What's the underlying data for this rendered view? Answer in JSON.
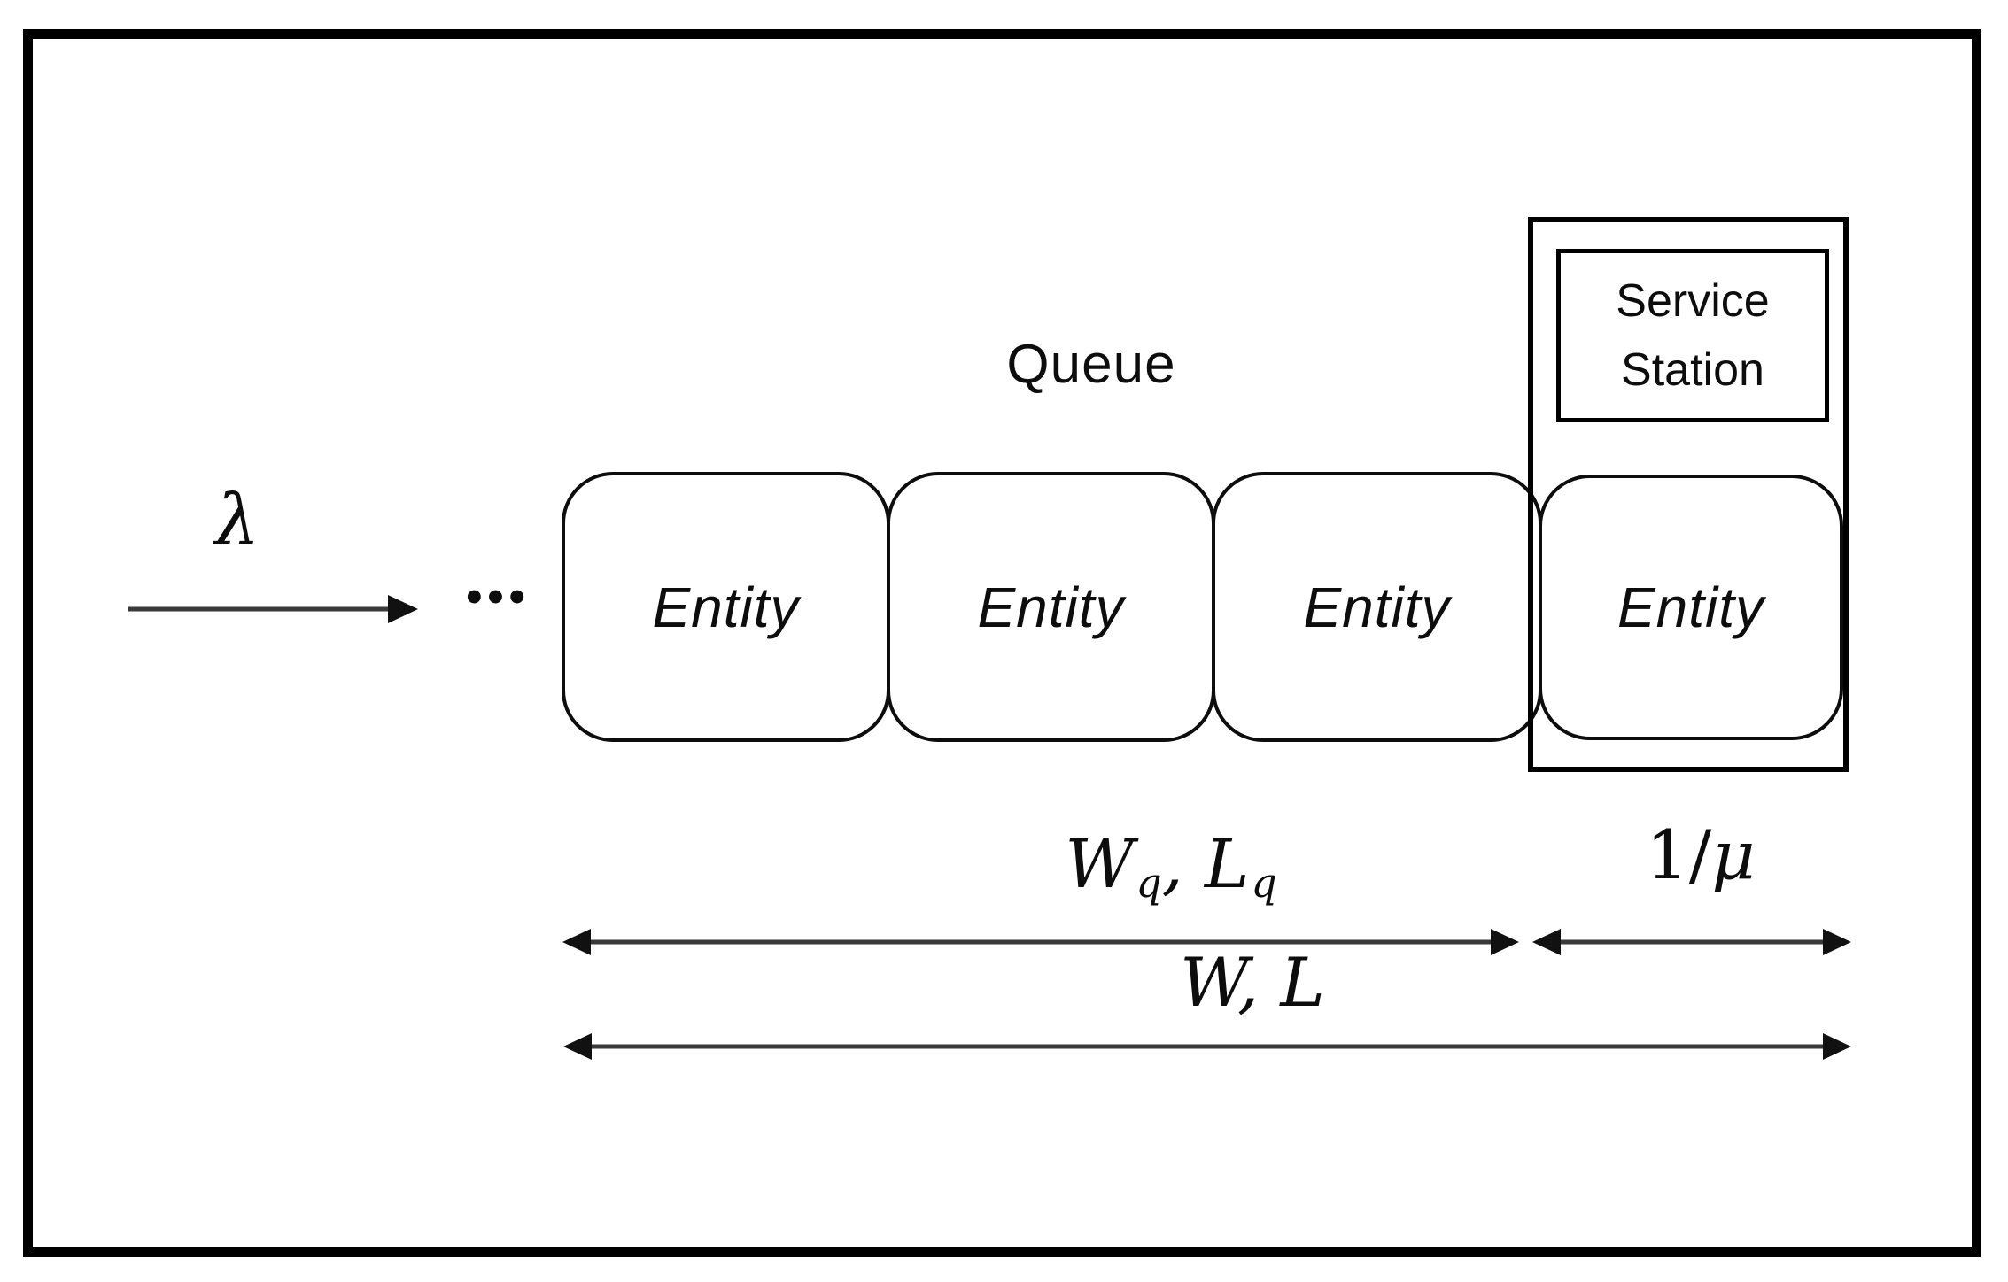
{
  "diagram": {
    "title": "Queue",
    "arrival": {
      "label": "λ"
    },
    "ellipsis": "•••",
    "entities": [
      "Entity",
      "Entity",
      "Entity",
      "Entity"
    ],
    "service_station": {
      "line1": "Service",
      "line2": "Station"
    },
    "metrics": {
      "queue": {
        "base1": "W",
        "sub1": "q",
        "sep": ", ",
        "base2": "L",
        "sub2": "q"
      },
      "system": {
        "base1": "W",
        "sep": ", ",
        "base2": "L"
      },
      "service_time": {
        "numerator": "1/",
        "mu": "μ"
      }
    },
    "colors": {
      "ink": "#000000",
      "arrow_line": "#3a3a3a",
      "background": "#ffffff"
    }
  }
}
